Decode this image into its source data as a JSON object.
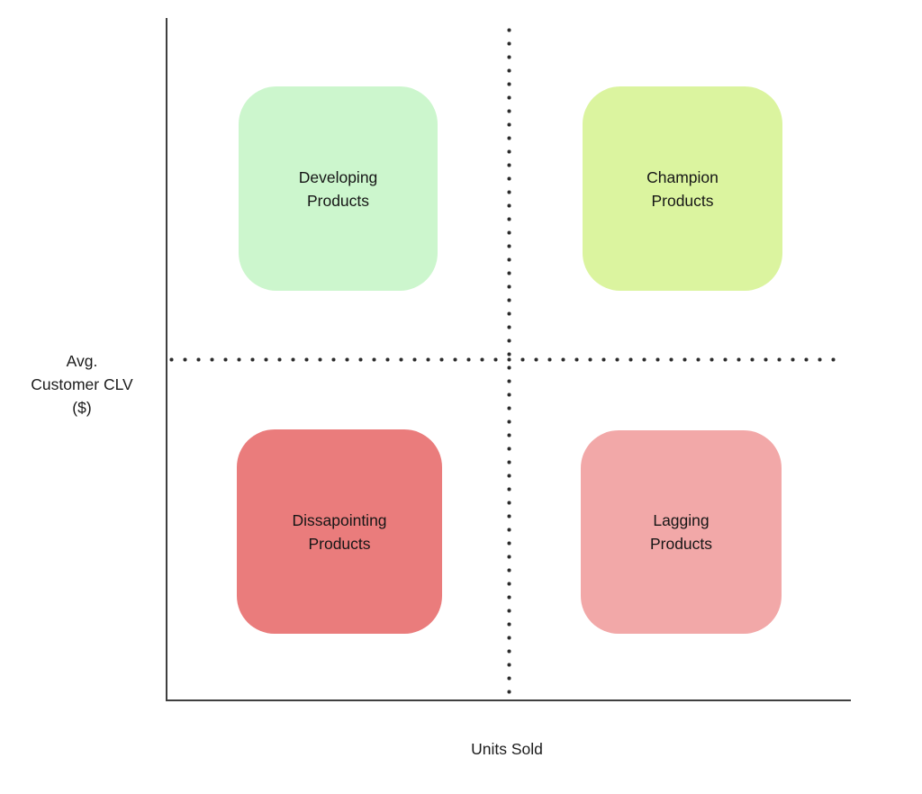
{
  "diagram": {
    "type": "quadrant-matrix",
    "background": "#ffffff",
    "axis_color": "#3f3f3f",
    "dot_color": "#2c2c2c",
    "text_color": "#161616"
  },
  "axes": {
    "x_label": "Units Sold",
    "y_label_lines": [
      "Avg.",
      "Customer CLV",
      "($)"
    ]
  },
  "quadrants": [
    {
      "id": "developing-products",
      "position": "top-left",
      "label_lines": [
        "Developing",
        "Products"
      ],
      "color": "#ccf6cd"
    },
    {
      "id": "champion-products",
      "position": "top-right",
      "label_lines": [
        "Champion",
        "Products"
      ],
      "color": "#dbf49f"
    },
    {
      "id": "dissapointing-products",
      "position": "bottom-left",
      "label_lines": [
        "Dissapointing",
        "Products"
      ],
      "color": "#ea7c7c"
    },
    {
      "id": "lagging-products",
      "position": "bottom-right",
      "label_lines": [
        "Lagging",
        "Products"
      ],
      "color": "#f2a8a8"
    }
  ]
}
